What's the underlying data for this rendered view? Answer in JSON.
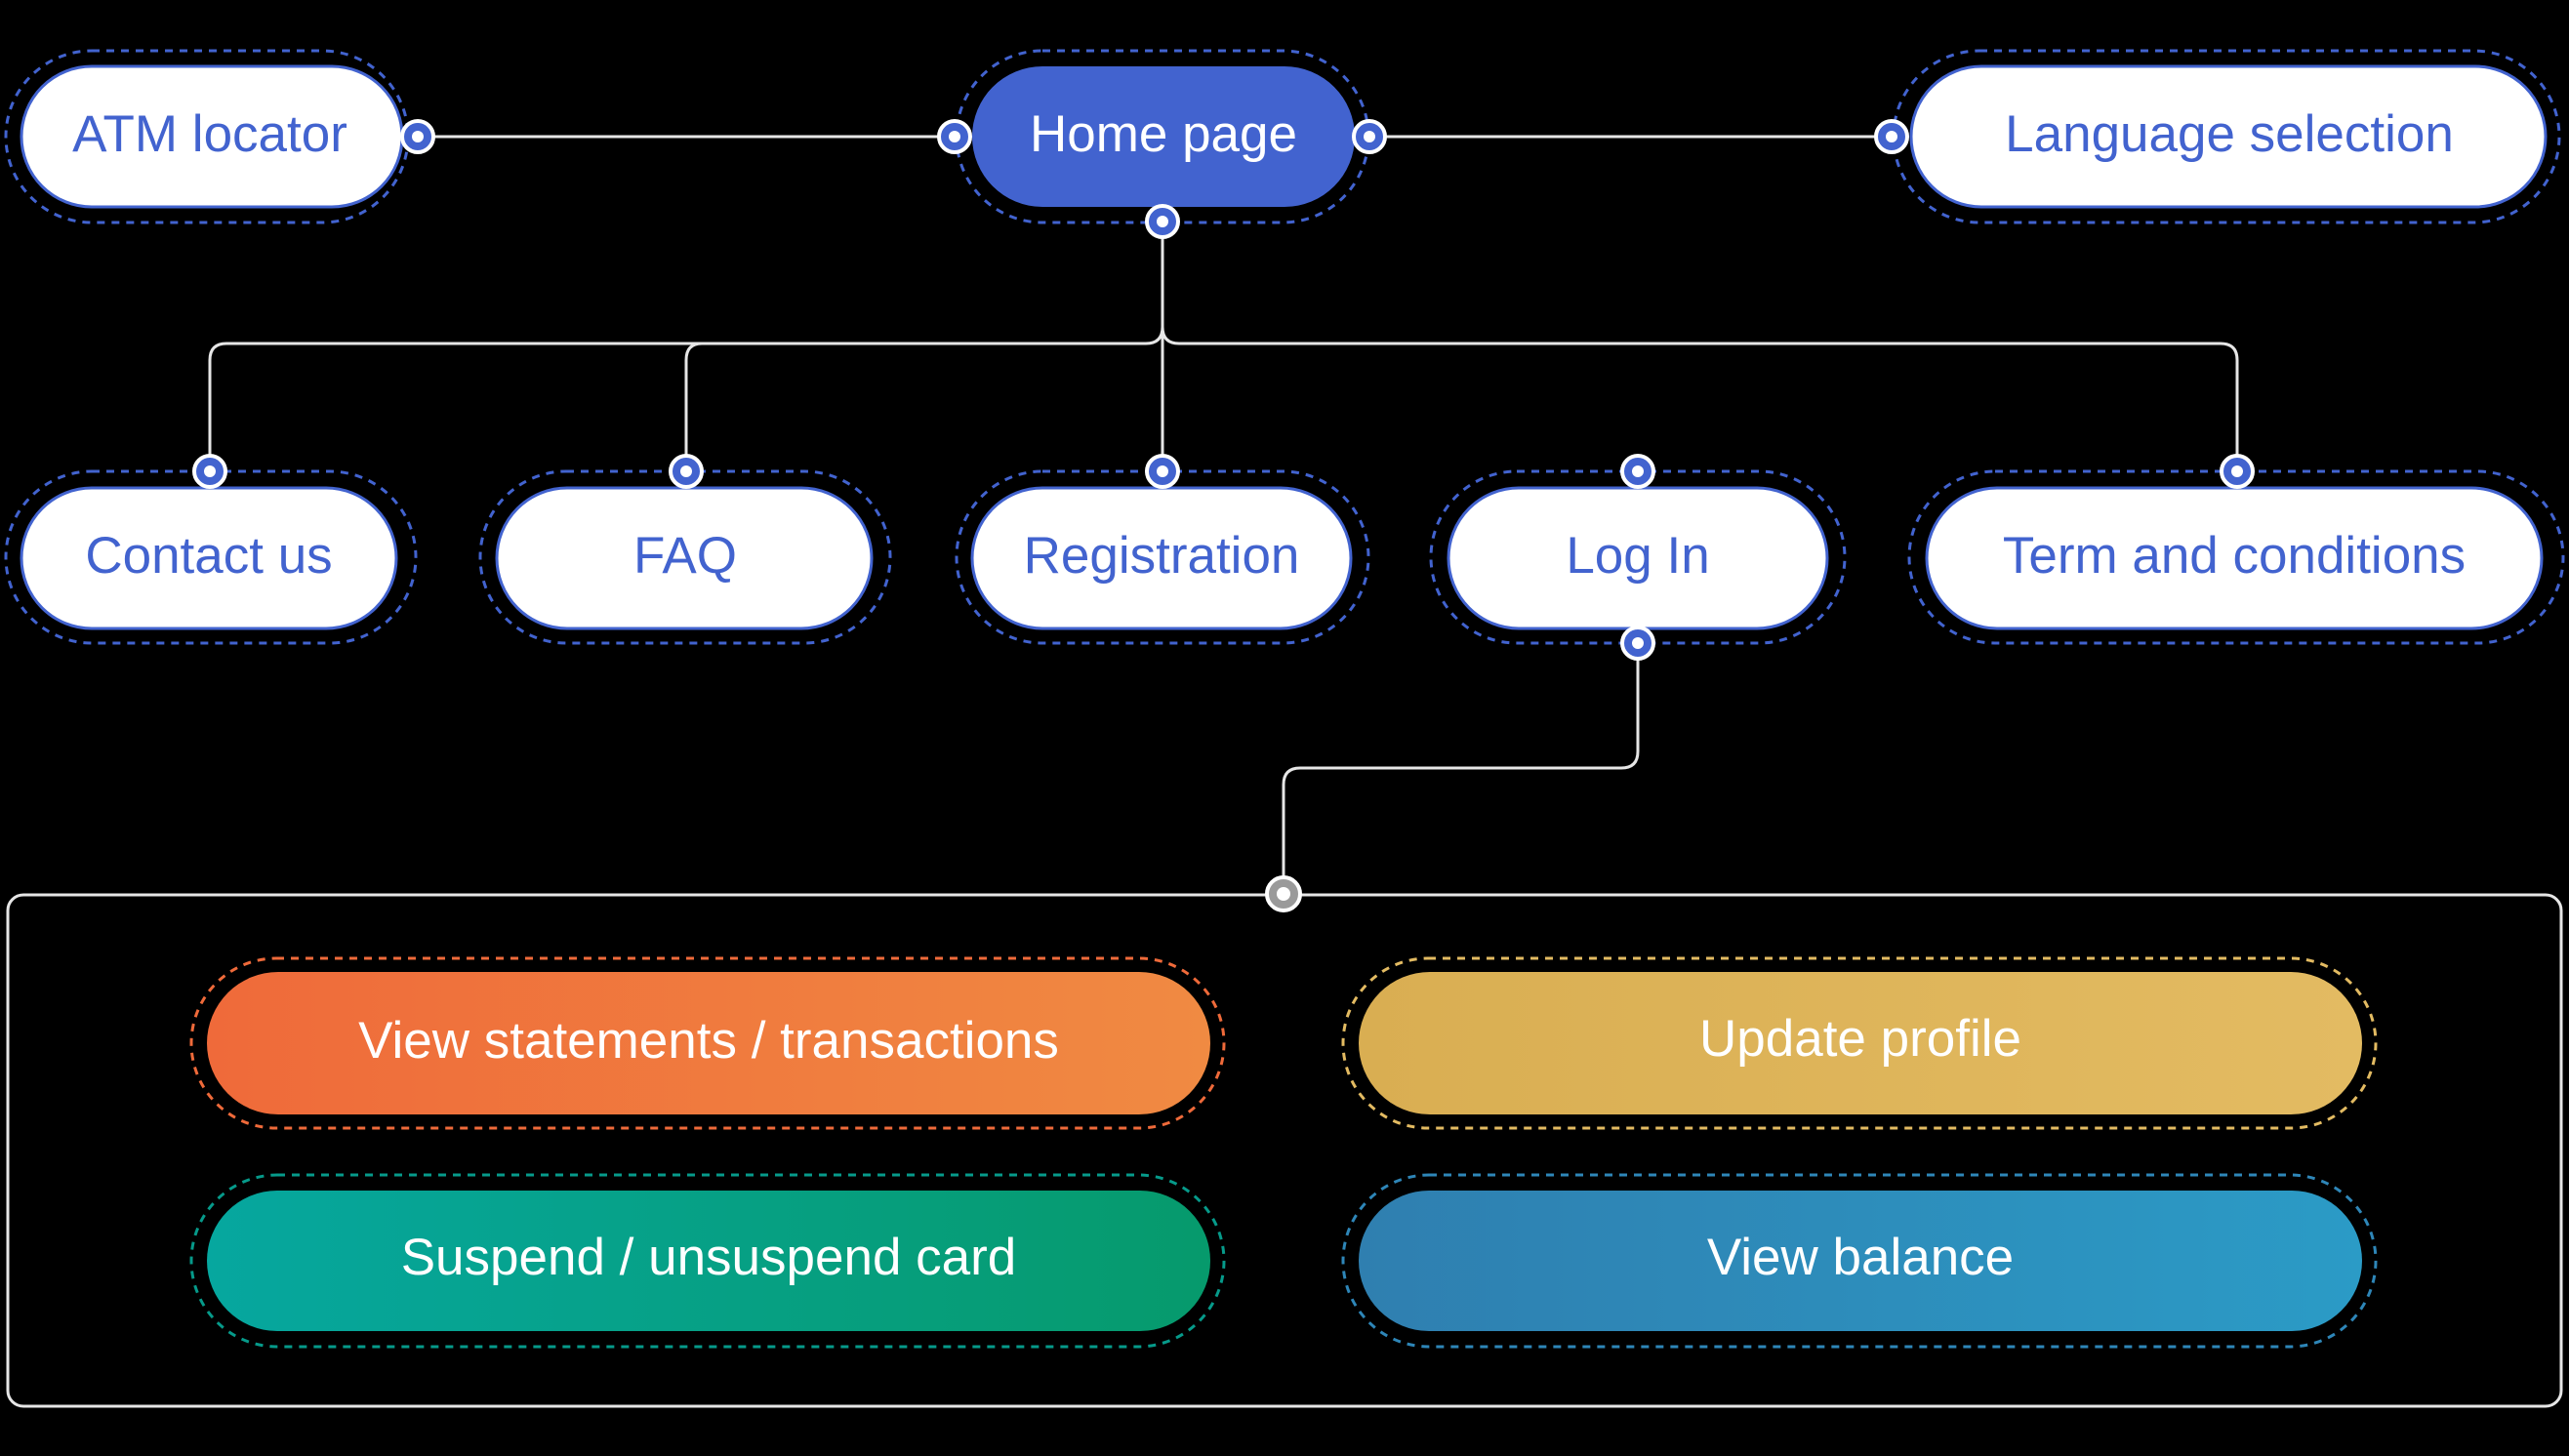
{
  "colors": {
    "background": "#000000",
    "accent_blue": "#4263cf",
    "node_fill": "#ffffff",
    "node_text": "#4263cf",
    "connector": "#e6e6e6",
    "orange_start": "#ef6a3a",
    "orange_end": "#f08a42",
    "yellow_start": "#d9ae52",
    "yellow_end": "#e3bb62",
    "green_start": "#06a79f",
    "green_end": "#069a6c",
    "blue_start": "#2f7fb0",
    "blue_end": "#2b9bc6"
  },
  "nodes": {
    "home": {
      "label": "Home page",
      "icon": "connector-handle"
    },
    "atm": {
      "label": "ATM locator"
    },
    "language": {
      "label": "Language selection"
    },
    "contact": {
      "label": "Contact us"
    },
    "faq": {
      "label": "FAQ"
    },
    "registration": {
      "label": "Registration"
    },
    "login": {
      "label": "Log In"
    },
    "terms": {
      "label": "Term and conditions"
    }
  },
  "account_features": [
    {
      "label": "View statements / transactions",
      "color": "orange"
    },
    {
      "label": "Update profile",
      "color": "yellow"
    },
    {
      "label": "Suspend / unsuspend card",
      "color": "green"
    },
    {
      "label": "View balance",
      "color": "blue"
    }
  ]
}
